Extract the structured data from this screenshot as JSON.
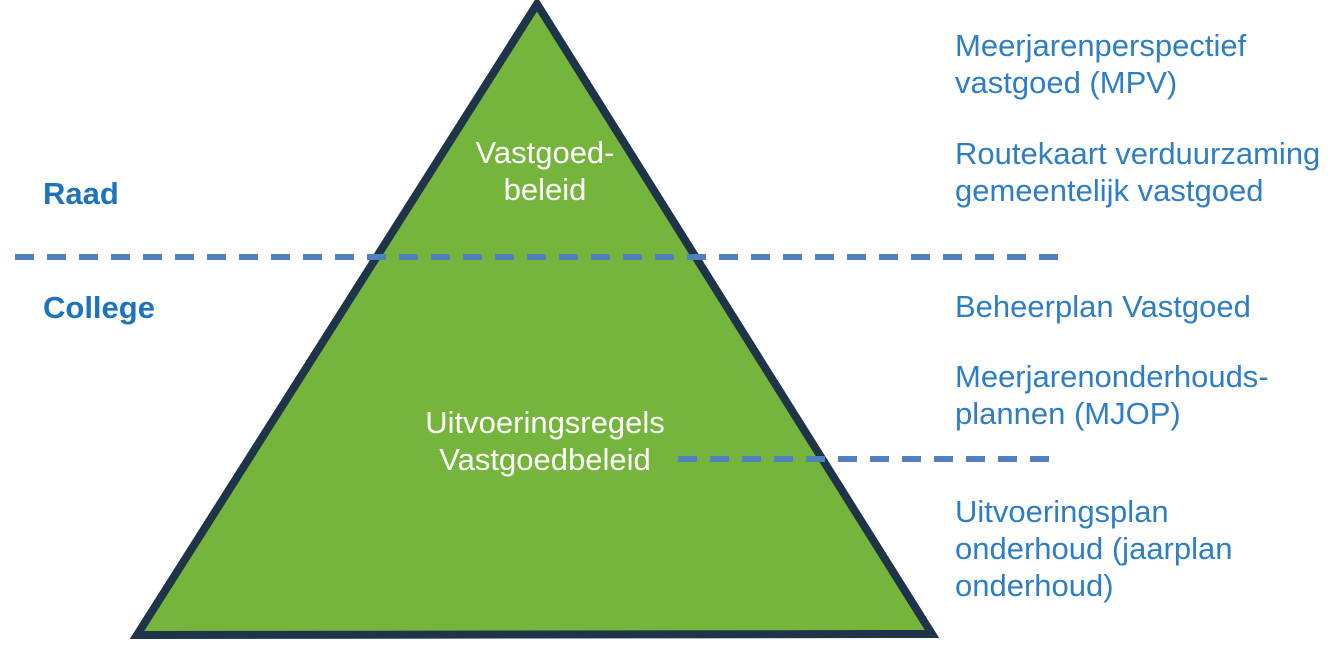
{
  "diagram": {
    "type": "pyramid-governance-diagram",
    "pyramid": {
      "levels": [
        {
          "label": "Vastgoed-\nbeleid"
        },
        {
          "label": "Uitvoeringsregels\nVastgoedbeleid"
        }
      ]
    },
    "left_labels": [
      {
        "label": "Raad"
      },
      {
        "label": "College"
      }
    ],
    "right_labels": [
      {
        "label": "Meerjarenperspectief\nvastgoed (MPV)"
      },
      {
        "label": "Routekaart verduurzaming\ngemeentelijk vastgoed"
      },
      {
        "label": "Beheerplan Vastgoed"
      },
      {
        "label": "Meerjarenonderhouds-\nplannen (MJOP)"
      },
      {
        "label": "Uitvoeringsplan\nonderhoud (jaarplan\nonderhoud)"
      }
    ],
    "colors": {
      "pyramid_fill": "#76B53C",
      "pyramid_border": "#1E3449",
      "dashed_line": "#4E81BD",
      "left_label_text": "#1C74BC",
      "right_label_text": "#2E7EC4",
      "pyramid_text": "#FFFFFF",
      "background": "#FFFFFF"
    }
  }
}
